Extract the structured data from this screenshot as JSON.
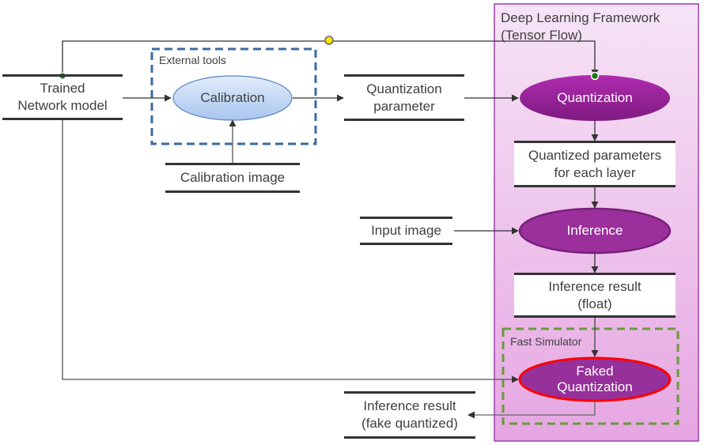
{
  "framework": {
    "title_line1": "Deep Learning Framework",
    "title_line2": "(Tensor Flow)"
  },
  "external_tools": {
    "label": "External tools"
  },
  "fast_simulator": {
    "label": "Fast Simulator"
  },
  "nodes": {
    "trained_model": {
      "line1": "Trained",
      "line2": "Network model"
    },
    "calibration": {
      "label": "Calibration"
    },
    "calibration_image": {
      "label": "Calibration image"
    },
    "quantization_parameter": {
      "line1": "Quantization",
      "line2": "parameter"
    },
    "quantization": {
      "label": "Quantization"
    },
    "quantized_params": {
      "line1": "Quantized parameters",
      "line2": "for each layer"
    },
    "input_image": {
      "label": "Input image"
    },
    "inference": {
      "label": "Inference"
    },
    "inference_result_float": {
      "line1": "Inference result",
      "line2": "(float)"
    },
    "faked_quantization": {
      "line1": "Faked",
      "line2": "Quantization"
    },
    "inference_result_fake": {
      "line1": "Inference result",
      "line2": "(fake quantized)"
    }
  },
  "colors": {
    "framework_fill_top": "#f5e1f5",
    "framework_fill_bottom": "#e8a8e4",
    "framework_border": "#9a3fa8",
    "purple_node": "#9b2f9b",
    "calibration_fill": "#c9dbf4",
    "external_dash": "#3b6aa0",
    "simulator_dash": "#6a9a3a",
    "faked_border": "#ff0000",
    "junction_green": "#1a7a1a",
    "junction_yellow": "#ffe000"
  }
}
